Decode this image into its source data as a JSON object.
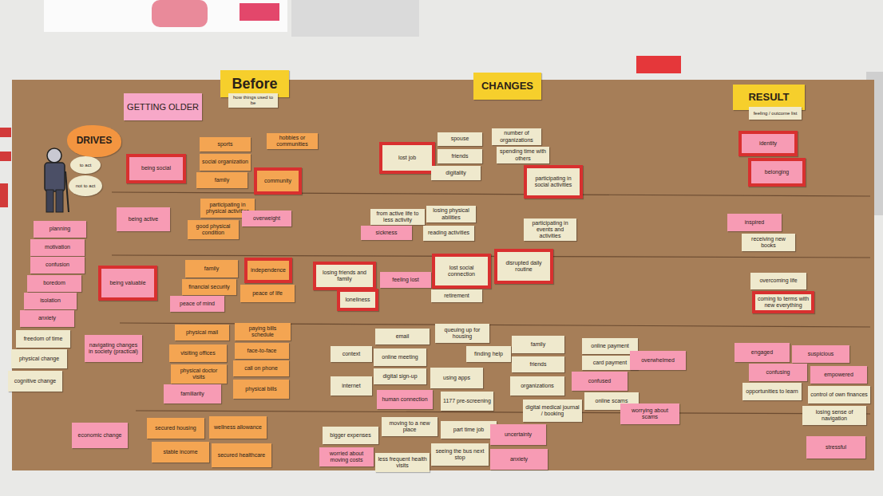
{
  "diagram": {
    "nodes": [
      {
        "text": [
          "Before"
        ]
      },
      {
        "text": [
          "how things used to be"
        ]
      },
      {
        "text": [
          "CHANGES"
        ]
      },
      {
        "text": [
          "RESULT"
        ]
      },
      {
        "text": [
          "feeling / outcome list"
        ]
      },
      {
        "text": [
          "GETTING OLDER"
        ]
      },
      {
        "text": [
          "DRIVES"
        ]
      },
      {
        "text": [
          "to act"
        ]
      },
      {
        "text": [
          "not to act"
        ]
      },
      {
        "text": [
          "being social"
        ]
      },
      {
        "text": [
          "sports"
        ]
      },
      {
        "text": [
          "social organization"
        ]
      },
      {
        "text": [
          "family"
        ]
      },
      {
        "text": [
          "hobbies or communities"
        ]
      },
      {
        "text": [
          "community"
        ]
      },
      {
        "text": [
          "lost job"
        ]
      },
      {
        "text": [
          "spouse"
        ]
      },
      {
        "text": [
          "friends"
        ]
      },
      {
        "text": [
          "digitality"
        ]
      },
      {
        "text": [
          "number of organizations"
        ]
      },
      {
        "text": [
          "spending time with others"
        ]
      },
      {
        "text": [
          "participating in social activities"
        ]
      },
      {
        "text": [
          "identity"
        ]
      },
      {
        "text": [
          "belonging"
        ]
      },
      {
        "text": [
          "being active"
        ]
      },
      {
        "text": [
          "participating in physical activities"
        ]
      },
      {
        "text": [
          "good physical condition"
        ]
      },
      {
        "text": [
          "overweight"
        ]
      },
      {
        "text": [
          "from active life to less activity"
        ]
      },
      {
        "text": [
          "sickness"
        ]
      },
      {
        "text": [
          "losing physical abilities"
        ]
      },
      {
        "text": [
          "reading activities"
        ]
      },
      {
        "text": [
          "participating in events and activities"
        ]
      },
      {
        "text": [
          "inspired"
        ]
      },
      {
        "text": [
          "receiving new books"
        ]
      },
      {
        "text": [
          "being valuable"
        ]
      },
      {
        "text": [
          "family"
        ]
      },
      {
        "text": [
          "financial security"
        ]
      },
      {
        "text": [
          "peace of mind"
        ]
      },
      {
        "text": [
          "independence"
        ]
      },
      {
        "text": [
          "peace of life"
        ]
      },
      {
        "text": [
          "losing friends and family"
        ]
      },
      {
        "text": [
          "loneliness"
        ]
      },
      {
        "text": [
          "feeling lost"
        ]
      },
      {
        "text": [
          "lost social connection"
        ]
      },
      {
        "text": [
          "disrupted daily routine"
        ]
      },
      {
        "text": [
          "retirement"
        ]
      },
      {
        "text": [
          "overcoming life"
        ]
      },
      {
        "text": [
          "coming to terms with new everything"
        ]
      },
      {
        "text": [
          "navigating changes in society (practical)"
        ]
      },
      {
        "text": [
          "physical mail"
        ]
      },
      {
        "text": [
          "paying bills schedule"
        ]
      },
      {
        "text": [
          "visiting offices"
        ]
      },
      {
        "text": [
          "face-to-face"
        ]
      },
      {
        "text": [
          "physical doctor visits"
        ]
      },
      {
        "text": [
          "call on phone"
        ]
      },
      {
        "text": [
          "familiarity"
        ]
      },
      {
        "text": [
          "physical bills"
        ]
      },
      {
        "text": [
          "context"
        ]
      },
      {
        "text": [
          "email"
        ]
      },
      {
        "text": [
          "online meeting"
        ]
      },
      {
        "text": [
          "digital sign-up"
        ]
      },
      {
        "text": [
          "internet"
        ]
      },
      {
        "text": [
          "queuing up for housing"
        ]
      },
      {
        "text": [
          "finding help"
        ]
      },
      {
        "text": [
          "using apps"
        ]
      },
      {
        "text": [
          "human connection"
        ]
      },
      {
        "text": [
          "1177 pre-screening"
        ]
      },
      {
        "text": [
          "family"
        ]
      },
      {
        "text": [
          "friends"
        ]
      },
      {
        "text": [
          "organizations"
        ]
      },
      {
        "text": [
          "online payment"
        ]
      },
      {
        "text": [
          "card payment"
        ]
      },
      {
        "text": [
          "confused"
        ]
      },
      {
        "text": [
          "overwhelmed"
        ]
      },
      {
        "text": [
          "digital medical journal / booking"
        ]
      },
      {
        "text": [
          "online scams"
        ]
      },
      {
        "text": [
          "worrying about scams"
        ]
      },
      {
        "text": [
          "engaged"
        ]
      },
      {
        "text": [
          "suspicious"
        ]
      },
      {
        "text": [
          "confusing"
        ]
      },
      {
        "text": [
          "empowered"
        ]
      },
      {
        "text": [
          "opportunities to learn"
        ]
      },
      {
        "text": [
          "control of own finances"
        ]
      },
      {
        "text": [
          "losing sense of navigation"
        ]
      },
      {
        "text": [
          "economic change"
        ]
      },
      {
        "text": [
          "secured housing"
        ]
      },
      {
        "text": [
          "wellness allowance"
        ]
      },
      {
        "text": [
          "stable income"
        ]
      },
      {
        "text": [
          "secured healthcare"
        ]
      },
      {
        "text": [
          "bigger expenses"
        ]
      },
      {
        "text": [
          "moving to a new place"
        ]
      },
      {
        "text": [
          "part time job"
        ]
      },
      {
        "text": [
          "worried about moving costs"
        ]
      },
      {
        "text": [
          "less frequent health visits"
        ]
      },
      {
        "text": [
          "seeing the bus next stop"
        ]
      },
      {
        "text": [
          "uncertainty"
        ]
      },
      {
        "text": [
          "anxiety"
        ]
      },
      {
        "text": [
          "stressful"
        ]
      },
      {
        "text": [
          "planning"
        ]
      },
      {
        "text": [
          "motivation"
        ]
      },
      {
        "text": [
          "confusion"
        ]
      },
      {
        "text": [
          "boredom"
        ]
      },
      {
        "text": [
          "isolation"
        ]
      },
      {
        "text": [
          "anxiety"
        ]
      },
      {
        "text": [
          "freedom of time"
        ]
      },
      {
        "text": [
          "physical change"
        ]
      },
      {
        "text": [
          "cognitive change"
        ]
      }
    ]
  }
}
